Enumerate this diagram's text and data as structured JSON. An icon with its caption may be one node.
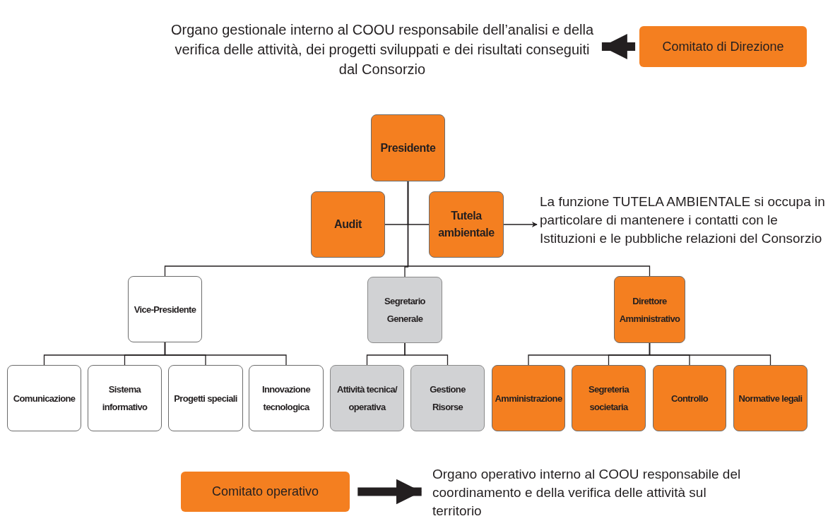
{
  "diagram": {
    "nodes": [
      {
        "text": [
          "Comitato di Direzione"
        ]
      },
      {
        "text": [
          "Organo gestionale interno al COOU responsabile dell’analisi e della verifica delle attività, dei progetti sviluppati e dei risultati conseguiti dal Consorzio"
        ]
      },
      {
        "text": [
          "Presidente"
        ]
      },
      {
        "text": [
          "Audit"
        ]
      },
      {
        "text": [
          "Tutela ambientale"
        ]
      },
      {
        "text": [
          "La funzione TUTELA AMBIENTALE si occupa in particolare di mantenere i contatti con le Istituzioni e le pubbliche relazioni del Consorzio"
        ]
      },
      {
        "text": [
          "Vice-Presidente"
        ]
      },
      {
        "text": [
          "Segretario Generale"
        ]
      },
      {
        "text": [
          "Direttore Amministrativo"
        ]
      },
      {
        "text": [
          "Comunicazione"
        ]
      },
      {
        "text": [
          "Sistema informativo"
        ]
      },
      {
        "text": [
          "Progetti speciali"
        ]
      },
      {
        "text": [
          "Innovazione tecnologica"
        ]
      },
      {
        "text": [
          "Attività tecnica/ operativa"
        ]
      },
      {
        "text": [
          "Gestione Risorse"
        ]
      },
      {
        "text": [
          "Amministrazione"
        ]
      },
      {
        "text": [
          "Segreteria societaria"
        ]
      },
      {
        "text": [
          "Controllo"
        ]
      },
      {
        "text": [
          "Normative legali"
        ]
      },
      {
        "text": [
          "Comitato operativo"
        ]
      },
      {
        "text": [
          "Organo operativo interno al COOU responsabile del coordinamento e della verifica delle attività sul territorio"
        ]
      }
    ],
    "edges": [
      {
        "from": 0,
        "to": 1,
        "arrow": "to",
        "style": "thick"
      },
      {
        "from": 2,
        "to": 3,
        "arrow": "none"
      },
      {
        "from": 2,
        "to": 4,
        "arrow": "none"
      },
      {
        "from": 4,
        "to": 5,
        "arrow": "to"
      },
      {
        "from": 2,
        "to": 6,
        "arrow": "none"
      },
      {
        "from": 2,
        "to": 7,
        "arrow": "none"
      },
      {
        "from": 2,
        "to": 8,
        "arrow": "none"
      },
      {
        "from": 6,
        "to": 9,
        "arrow": "none"
      },
      {
        "from": 6,
        "to": 10,
        "arrow": "none"
      },
      {
        "from": 6,
        "to": 11,
        "arrow": "none"
      },
      {
        "from": 6,
        "to": 12,
        "arrow": "none"
      },
      {
        "from": 7,
        "to": 13,
        "arrow": "none"
      },
      {
        "from": 7,
        "to": 14,
        "arrow": "none"
      },
      {
        "from": 8,
        "to": 15,
        "arrow": "none"
      },
      {
        "from": 8,
        "to": 16,
        "arrow": "none"
      },
      {
        "from": 8,
        "to": 17,
        "arrow": "none"
      },
      {
        "from": 8,
        "to": 18,
        "arrow": "none"
      },
      {
        "from": 19,
        "to": 20,
        "arrow": "to",
        "style": "thick"
      }
    ]
  }
}
